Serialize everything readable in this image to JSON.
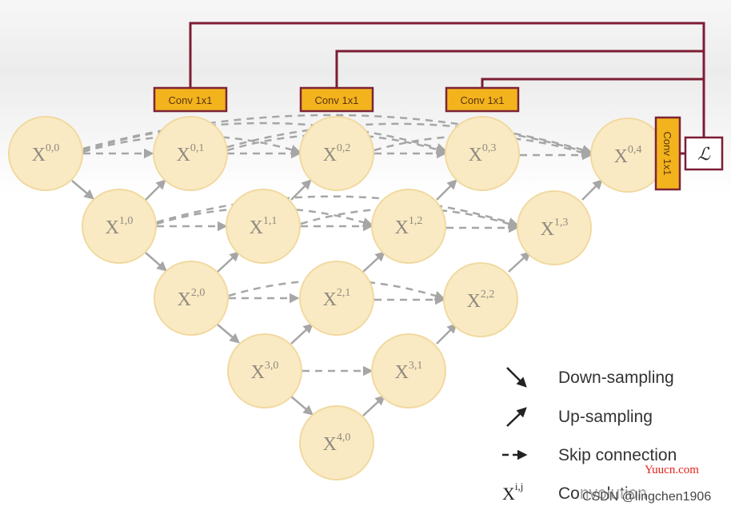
{
  "diagram": {
    "nodes": [
      {
        "id": "0-0",
        "base": "X",
        "sup": "0,0"
      },
      {
        "id": "0-1",
        "base": "X",
        "sup": "0,1"
      },
      {
        "id": "0-2",
        "base": "X",
        "sup": "0,2"
      },
      {
        "id": "0-3",
        "base": "X",
        "sup": "0,3"
      },
      {
        "id": "0-4",
        "base": "X",
        "sup": "0,4"
      },
      {
        "id": "1-0",
        "base": "X",
        "sup": "1,0"
      },
      {
        "id": "1-1",
        "base": "X",
        "sup": "1,1"
      },
      {
        "id": "1-2",
        "base": "X",
        "sup": "1,2"
      },
      {
        "id": "1-3",
        "base": "X",
        "sup": "1,3"
      },
      {
        "id": "2-0",
        "base": "X",
        "sup": "2,0"
      },
      {
        "id": "2-1",
        "base": "X",
        "sup": "2,1"
      },
      {
        "id": "2-2",
        "base": "X",
        "sup": "2,2"
      },
      {
        "id": "3-0",
        "base": "X",
        "sup": "3,0"
      },
      {
        "id": "3-1",
        "base": "X",
        "sup": "3,1"
      },
      {
        "id": "4-0",
        "base": "X",
        "sup": "4,0"
      }
    ],
    "conv_label": "Conv 1x1",
    "loss_label": "ℒ",
    "colors": {
      "node_fill": "#faeac3",
      "conv_fill": "#f3b31d",
      "wire": "#7c1d34",
      "arrow": "#a6a6a6"
    }
  },
  "legend": {
    "down_sampling": "Down-sampling",
    "up_sampling": "Up-sampling",
    "skip_connection": "Skip connection",
    "symbol_base": "X",
    "symbol_sup": "i,j",
    "convolution": "Convolution"
  },
  "watermark": {
    "site": "Yuucn.com",
    "author": "CSDN @lingchen1906"
  }
}
